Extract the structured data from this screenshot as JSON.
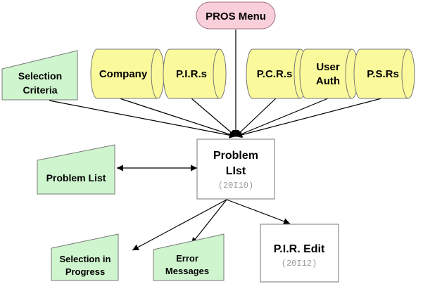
{
  "colors": {
    "menu_fill": "#f9cfd9",
    "menu_stroke": "#a07080",
    "drum_fill": "#fafa9c",
    "screen_fill": "#cff5cf",
    "box_fill": "#ffffff",
    "stroke": "#777777",
    "arrow": "#000000",
    "code_text": "#9a9a9a"
  },
  "menu": {
    "label": "PROS Menu"
  },
  "drums": [
    {
      "id": "company",
      "label": "Company"
    },
    {
      "id": "pirs",
      "label": "P.I.R.s"
    },
    {
      "id": "pcrs",
      "label": "P.C.R.s"
    },
    {
      "id": "user-auth",
      "label_line1": "User",
      "label_line2": "Auth"
    },
    {
      "id": "psrs",
      "label": "P.S.Rs"
    }
  ],
  "screens": {
    "selection_criteria": {
      "line1": "Selection",
      "line2": "Criteria"
    },
    "problem_list_screen": {
      "label": "Problem List"
    },
    "selection_in_progress": {
      "line1": "Selection in",
      "line2": "Progress"
    },
    "error_messages": {
      "line1": "Error",
      "line2": "Messages"
    }
  },
  "programs": {
    "problem_list": {
      "line1": "Problem",
      "line2": "LIst",
      "code": "(20I10)"
    },
    "pir_edit": {
      "label": "P.I.R. Edit",
      "code": "(20I12)"
    }
  },
  "connections": [
    {
      "from": "PROS Menu",
      "to": "Problem LIst",
      "kind": "input"
    },
    {
      "from": "Selection Criteria",
      "to": "Problem LIst",
      "kind": "input"
    },
    {
      "from": "Company",
      "to": "Problem LIst",
      "kind": "input"
    },
    {
      "from": "P.I.R.s",
      "to": "Problem LIst",
      "kind": "input"
    },
    {
      "from": "P.C.R.s",
      "to": "Problem LIst",
      "kind": "input"
    },
    {
      "from": "User Auth",
      "to": "Problem LIst",
      "kind": "input"
    },
    {
      "from": "P.S.Rs",
      "to": "Problem LIst",
      "kind": "input"
    },
    {
      "from": "Problem List",
      "to": "Problem LIst",
      "kind": "bidirectional"
    },
    {
      "from": "Problem LIst",
      "to": "Selection in Progress",
      "kind": "output"
    },
    {
      "from": "Problem LIst",
      "to": "Error Messages",
      "kind": "output"
    },
    {
      "from": "Problem LIst",
      "to": "P.I.R. Edit",
      "kind": "output"
    }
  ]
}
